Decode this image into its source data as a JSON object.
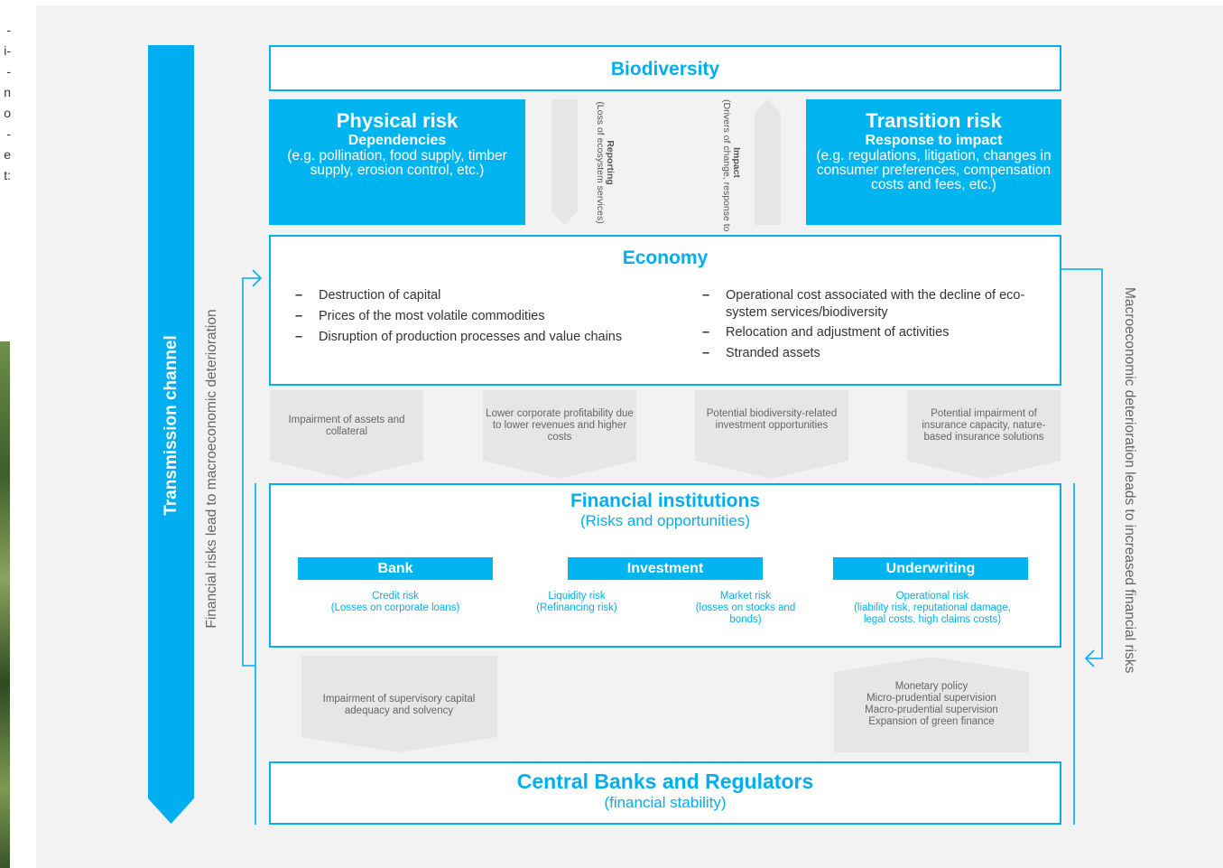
{
  "left_margin_text": [
    "-",
    "i-",
    "-",
    "n",
    "",
    "",
    "o",
    "-",
    "e",
    "t:"
  ],
  "transmission": {
    "label": "Transmission channel"
  },
  "left_rotated": "Financial risks lead to macroeconomic deterioration",
  "right_rotated": "Macroeconomic deterioration leads to increased financial risks",
  "biodiversity": {
    "title": "Biodiversity"
  },
  "physical": {
    "title": "Physical risk",
    "subtitle": "Dependencies",
    "text": "(e.g. pollination, food supply, timber supply, erosion control, etc.)"
  },
  "transition": {
    "title": "Transition risk",
    "subtitle": "Response to impact",
    "text": "(e.g. regulations, litigation, changes in consumer preferences, compensation costs and fees, etc.)"
  },
  "reporting": {
    "title": "Reporting",
    "text": "(Loss of ecosystem services)"
  },
  "impact": {
    "title": "Impact",
    "text": "(Drivers of change, response to impact)"
  },
  "economy": {
    "title": "Economy",
    "left_items": [
      "Destruction of capital",
      "Prices of the most volatile commodities",
      "Disruption of production processes and value chains"
    ],
    "right_items": [
      "Operational cost associated with the decline of eco-system services/biodiversity",
      "Relocation and adjustment of activities",
      "Stranded assets"
    ]
  },
  "chevrons": [
    "Impairment of assets and collateral",
    "Lower corporate profitability due to lower revenues and higher costs",
    "Potential biodiversity-related investment opportunities",
    "Potential impairment of insurance capacity, nature-based insurance solutions"
  ],
  "financial": {
    "title": "Financial institutions",
    "subtitle": "(Risks and opportunities)",
    "bank": "Bank",
    "investment": "Investment",
    "underwriting": "Underwriting",
    "risks": [
      {
        "name": "Credit risk",
        "detail": "(Losses on corporate loans)"
      },
      {
        "name": "Liquidity risk",
        "detail": "(Refinancing risk)"
      },
      {
        "name": "Market risk",
        "detail": "(losses on stocks and bonds)"
      },
      {
        "name": "Operational risk",
        "detail": "(liability risk, reputational damage, legal costs, high claims costs)"
      }
    ]
  },
  "lower_left": "Impairment of supervisory capital adequacy and solvency",
  "lower_right": [
    "Monetary policy",
    "Micro-prudential supervision",
    "Macro-prudential supervision",
    "Expansion of green finance"
  ],
  "central": {
    "title": "Central Banks and Regulators",
    "subtitle": "(financial stability)"
  },
  "colors": {
    "accent": "#00aeef",
    "panel": "#f2f2f2",
    "grey_shape": "#e8e8e8"
  }
}
